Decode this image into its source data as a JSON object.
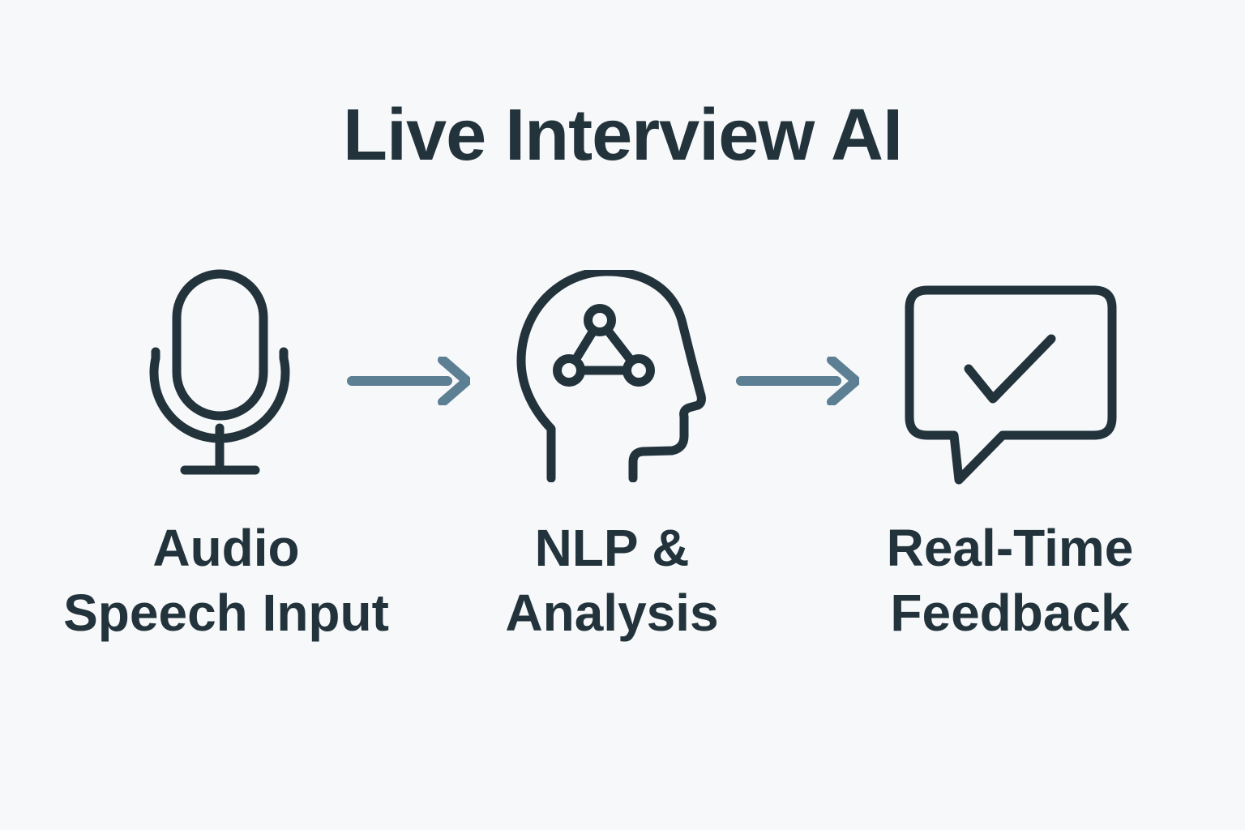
{
  "diagram": {
    "title": "Live Interview AI",
    "colors": {
      "background": "#f7f8f9",
      "ink": "#22333c",
      "arrow": "#5c7f93"
    },
    "steps": [
      {
        "icon": "microphone-icon",
        "label_line1": "Audio",
        "label_line2": "Speech Input"
      },
      {
        "icon": "head-network-icon",
        "label_line1": "NLP &",
        "label_line2": "Analysis"
      },
      {
        "icon": "speech-bubble-check-icon",
        "label_line1": "Real-Time",
        "label_line2": "Feedback"
      }
    ],
    "connectors": [
      {
        "icon": "arrow-right-icon"
      },
      {
        "icon": "arrow-right-icon"
      }
    ]
  }
}
